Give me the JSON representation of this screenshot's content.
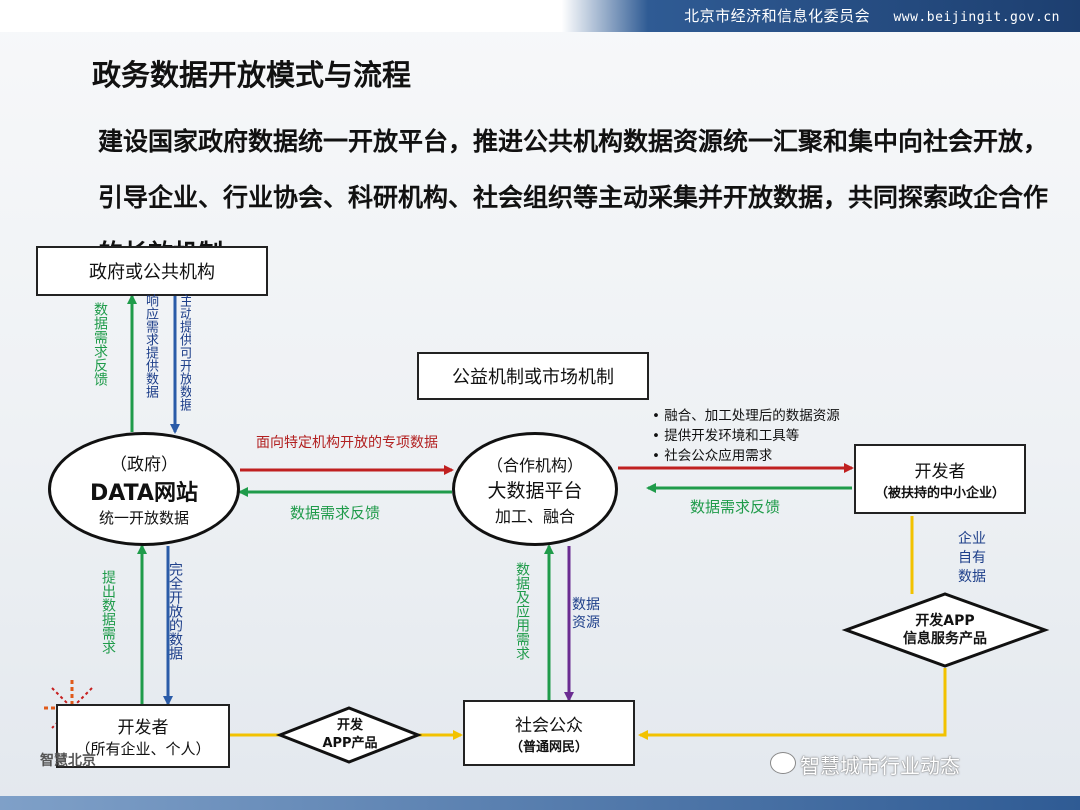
{
  "header": {
    "org": "北京市经济和信息化委员会",
    "url": "www.beijingit.gov.cn"
  },
  "title": "政务数据开放模式与流程",
  "intro": "建设国家政府数据统一开放平台，推进公共机构数据资源统一汇聚和集中向社会开放，引导企业、行业协会、科研机构、社会组织等主动采集并开放数据，共同探索政企合作的长效机制。",
  "nodes": {
    "gov_agency": "政府或公共机构",
    "mechanism": "公益机制或市场机制",
    "gov_site": {
      "line1": "（政府）",
      "line2": "DATA网站",
      "line3": "统一开放数据"
    },
    "platform": {
      "line1": "（合作机构）",
      "line2": "大数据平台",
      "line3": "加工、融合"
    },
    "dev_sme": {
      "line1": "开发者",
      "line2": "（被扶持的中小企业）"
    },
    "dev_all": {
      "line1": "开发者",
      "line2": "（所有企业、个人）"
    },
    "public": {
      "line1": "社会公众",
      "line2": "（普通网民）"
    },
    "app_diamond_left": {
      "line1": "开发",
      "line2": "APP产品"
    },
    "app_diamond_right": {
      "line1": "开发APP",
      "line2": "信息服务产品"
    }
  },
  "edges": {
    "demand_feedback_up": "数据需求反馈",
    "respond_demand": "响应需求提供数据",
    "proactive_open": "主动提供可开放数据",
    "special_open": "面向特定机构开放的专项数据",
    "feedback_left": "数据需求反馈",
    "feedback_right": "数据需求反馈",
    "raise_demand": "提出数据需求",
    "full_open": "完全开放的数据",
    "data_app_demand": "数据及应用需求",
    "data_resource": "数据资源",
    "own_data": "企业自有数据"
  },
  "bullets": [
    "• 融合、加工处理后的数据资源",
    "• 提供开发环境和工具等",
    "• 社会公众应用需求"
  ],
  "logo": "智慧北京",
  "watermark": "智慧城市行业动态"
}
